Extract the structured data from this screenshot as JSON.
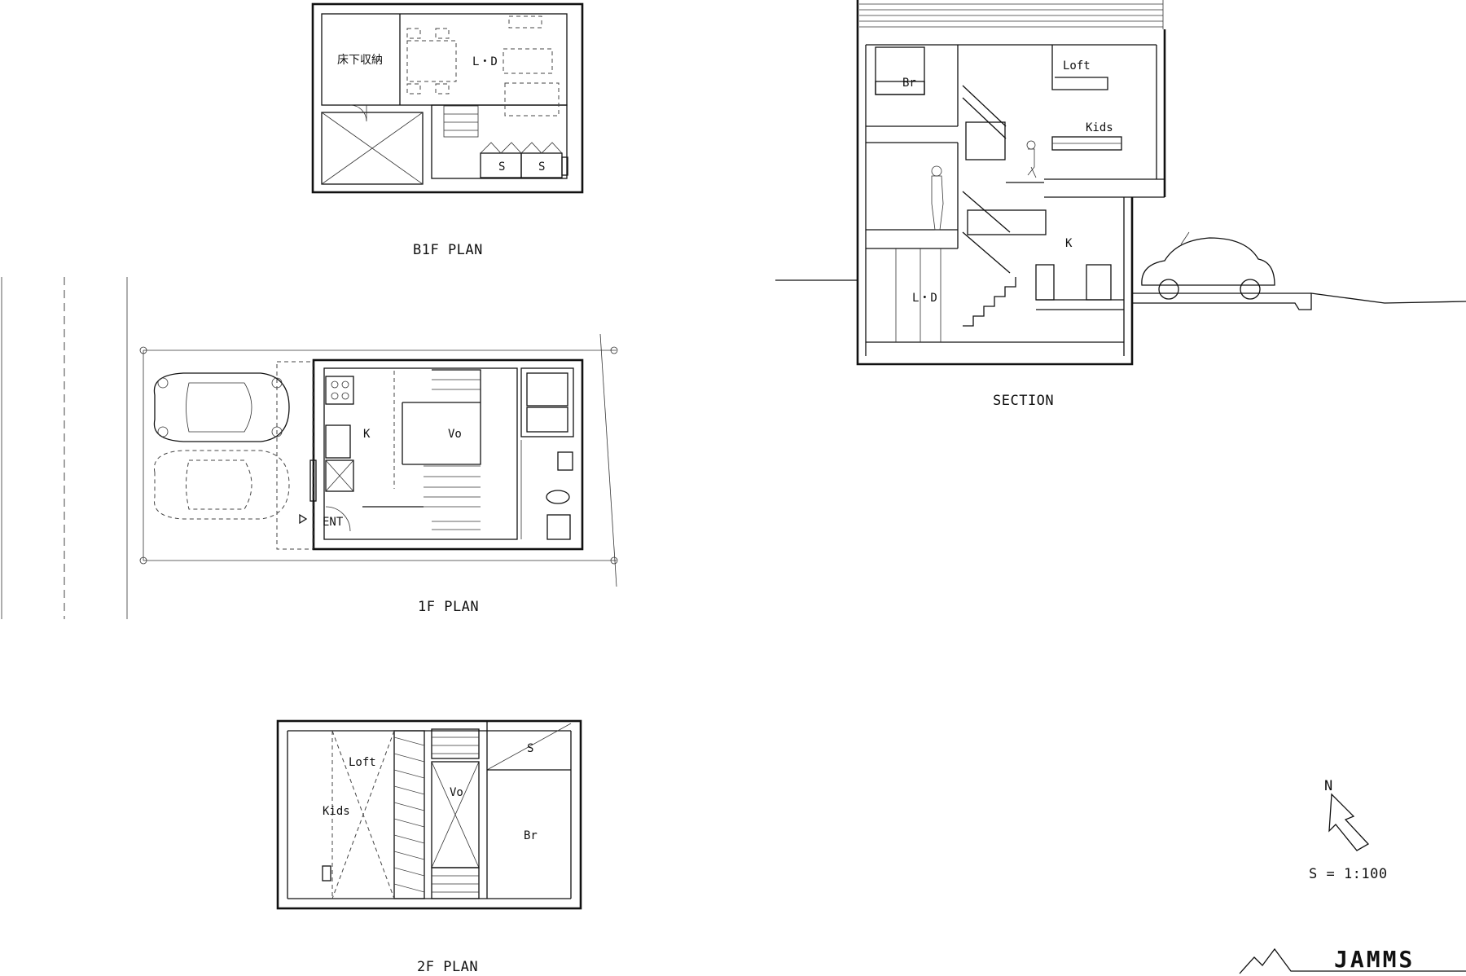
{
  "drawings": {
    "b1f": {
      "title": "B1F PLAN",
      "labels": {
        "storage": "床下収納",
        "ld": "L・D",
        "s1": "S",
        "s2": "S"
      }
    },
    "f1": {
      "title": "1F PLAN",
      "labels": {
        "k": "K",
        "vo": "Vo",
        "ent": "ENT"
      }
    },
    "f2": {
      "title": "2F PLAN",
      "labels": {
        "loft": "Loft",
        "kids": "Kids",
        "vo": "Vo",
        "s": "S",
        "br": "Br"
      }
    },
    "section": {
      "title": "SECTION",
      "labels": {
        "br": "Br",
        "loft": "Loft",
        "kids": "Kids",
        "k": "K",
        "ld": "L・D"
      }
    }
  },
  "north": {
    "label": "N",
    "icon": "north-arrow-icon"
  },
  "scale": {
    "label": "S = 1:100"
  },
  "logo": {
    "text": "JAMMS",
    "icon": "mountain-icon"
  }
}
